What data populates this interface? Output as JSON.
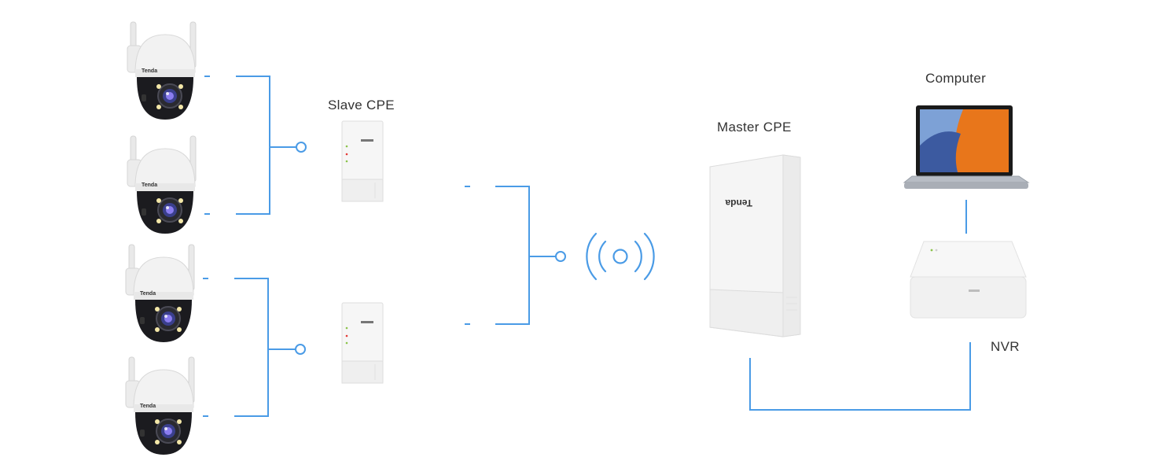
{
  "labels": {
    "slave_cpe": "Slave CPE",
    "master_cpe": "Master CPE",
    "computer": "Computer",
    "nvr": "NVR"
  },
  "device_brand": {
    "camera": "Tenda",
    "master_cpe": "Tenda"
  },
  "colors": {
    "link": "#4a9be6",
    "label": "#333333",
    "camera_body": "#f1f1f1",
    "camera_dome": "#1b1b1f",
    "laptop_accent": "#e8761b",
    "laptop_screen_blue": "#7da1d6"
  },
  "icons": [
    "ip-camera-icon",
    "slave-cpe-icon",
    "master-cpe-icon",
    "wireless-signal-icon",
    "laptop-icon",
    "nvr-icon"
  ]
}
